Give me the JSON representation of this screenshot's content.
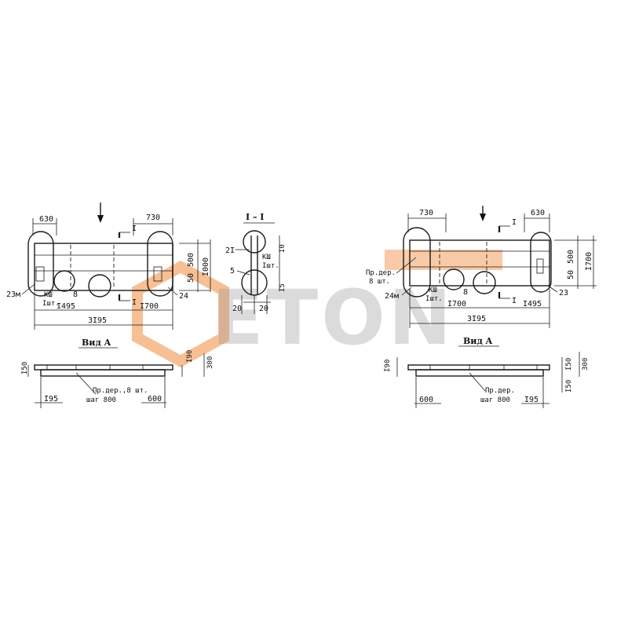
{
  "watermark": {
    "brand": "ETON",
    "color_orange": "#f08a3c",
    "color_gray": "#9a9a9a"
  },
  "left_plan": {
    "dim_top_left": "630",
    "dim_top_right": "730",
    "section_mark_top": "I",
    "section_mark_bottom": "I",
    "dim_right_500": "500",
    "dim_right_50": "50",
    "dim_right_1000": "I000",
    "label_23": "23м",
    "label_kpp": "КШ",
    "label_kpp_count": "Iшт.",
    "label_8": "8",
    "label_24": "24",
    "dim_1495": "I495",
    "dim_1700": "I700",
    "dim_total": "3I95"
  },
  "section_I": {
    "title": "I – I",
    "label_21": "2I",
    "label_5": "5",
    "label_kpp": "КШ",
    "label_kpp_count": "Iшт.",
    "dim_10": "I0",
    "dim_15": "I5",
    "dim_20_left": "20",
    "dim_20_right": "20"
  },
  "left_view": {
    "title": "Вид A",
    "dim_150": "I50",
    "dim_190": "I90",
    "dim_300": "300",
    "dim_195": "I95",
    "dim_600": "600",
    "label_dowel": "Пр.дер.,8 шт.",
    "label_step": "шаг 800"
  },
  "right_plan": {
    "dim_top_left": "730",
    "dim_top_right": "630",
    "section_mark_top": "I",
    "section_mark_bottom": "I",
    "dim_right_500": "500",
    "dim_right_50": "50",
    "dim_right_1700": "I700",
    "label_dowel": "Пр.дер.",
    "label_dowel_count": "8 шт.",
    "label_24": "24м",
    "label_kpp": "КШ",
    "label_kpp_count": "Iшт.",
    "label_8": "8",
    "label_23": "23",
    "dim_1495": "I495",
    "dim_1700": "I700",
    "dim_total": "3I95"
  },
  "right_view": {
    "title": "Вид A",
    "dim_190": "I90",
    "dim_150_top": "I50",
    "dim_300": "300",
    "dim_150_bottom": "I50",
    "dim_600": "600",
    "dim_195": "I95",
    "label_dowel": "Пр.дер.",
    "label_step": "шаг 800"
  }
}
